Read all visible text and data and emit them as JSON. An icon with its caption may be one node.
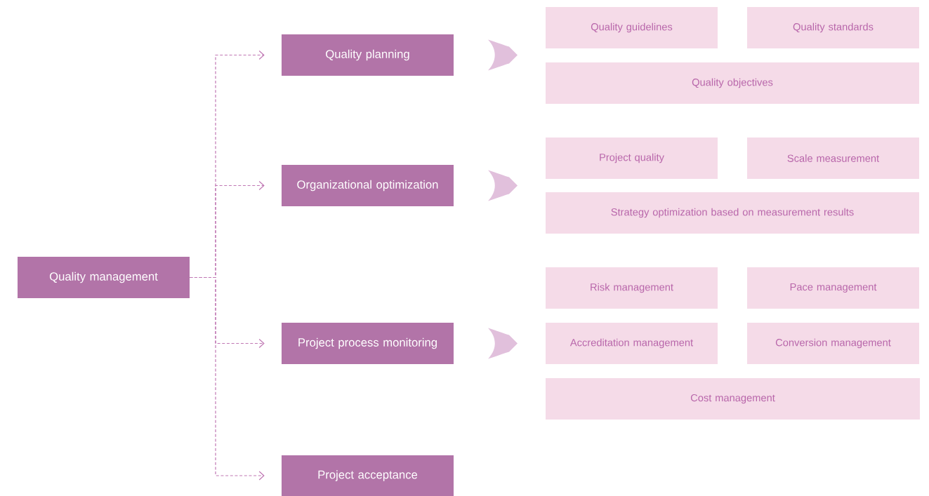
{
  "diagram": {
    "nodes": [
      {
        "text": [
          "Quality management"
        ]
      },
      {
        "text": [
          "Quality planning"
        ]
      },
      {
        "text": [
          "Organizational optimization"
        ]
      },
      {
        "text": [
          "Project process monitoring"
        ]
      },
      {
        "text": [
          "Project acceptance"
        ]
      },
      {
        "text": [
          "Quality guidelines"
        ]
      },
      {
        "text": [
          "Quality standards"
        ]
      },
      {
        "text": [
          "Quality objectives"
        ]
      },
      {
        "text": [
          "Project quality"
        ]
      },
      {
        "text": [
          "Scale measurement"
        ]
      },
      {
        "text": [
          "Strategy optimization based on measurement results"
        ]
      },
      {
        "text": [
          "Risk management"
        ]
      },
      {
        "text": [
          "Pace management"
        ]
      },
      {
        "text": [
          "Accreditation management"
        ]
      },
      {
        "text": [
          "Conversion management"
        ]
      },
      {
        "text": [
          "Cost management"
        ]
      }
    ],
    "edges": [
      {
        "from": 0,
        "to": 1,
        "arrow": "to",
        "style": "dashed"
      },
      {
        "from": 0,
        "to": 2,
        "arrow": "to",
        "style": "dashed"
      },
      {
        "from": 0,
        "to": 3,
        "arrow": "to",
        "style": "dashed"
      },
      {
        "from": 0,
        "to": 4,
        "arrow": "to",
        "style": "dashed"
      }
    ]
  }
}
